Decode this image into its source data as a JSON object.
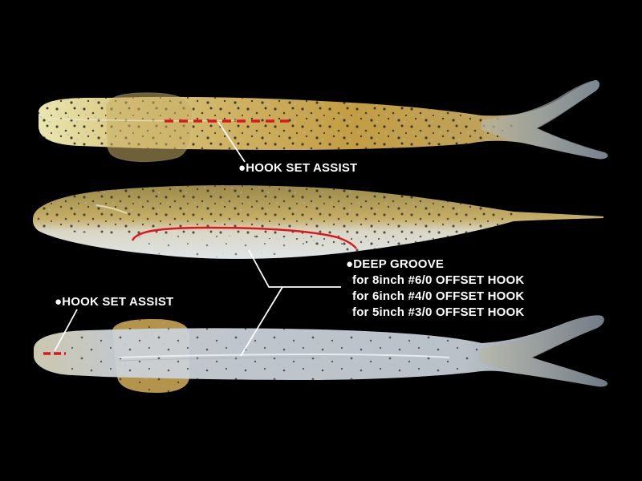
{
  "labels": {
    "hook_set_assist_top": "●HOOK SET ASSIST",
    "hook_set_assist_bottom": "●HOOK SET ASSIST",
    "deep_groove": {
      "title": "●DEEP GROOVE",
      "lines": [
        "for 8inch #6/0 OFFSET HOOK",
        "for 6inch #4/0 OFFSET HOOK",
        "for 5inch #3/0 OFFSET HOOK"
      ]
    }
  },
  "colors": {
    "background": "#000000",
    "marker_red": "#e0141e",
    "label_white": "#ffffff",
    "body_amber": "#c7a64a",
    "body_clear_blue": "#c9d3dc"
  }
}
